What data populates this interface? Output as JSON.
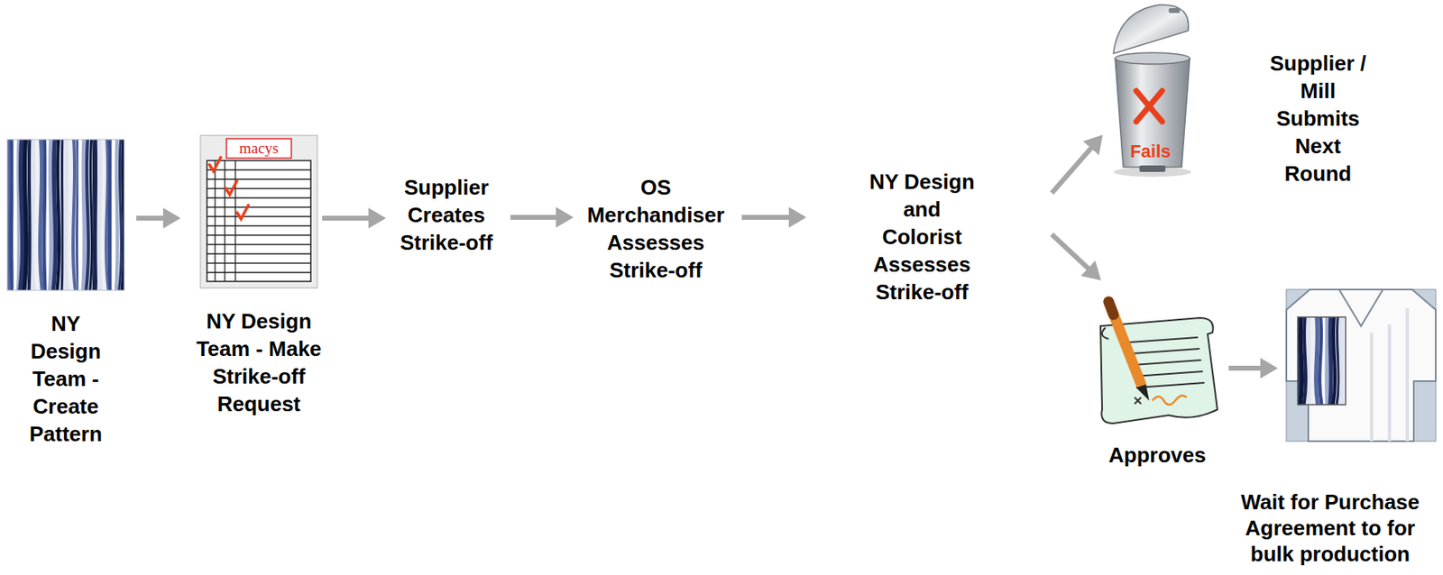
{
  "diagram": {
    "nodes": [
      {
        "text": [
          "NY Design Team - Create Pattern"
        ]
      },
      {
        "text": [
          "macys",
          "NY Design Team - Make Strike-off Request"
        ]
      },
      {
        "text": [
          "Supplier Creates Strike-off"
        ]
      },
      {
        "text": [
          "OS Merchandiser Assesses Strike-off"
        ]
      },
      {
        "text": [
          "NY Design and Colorist Assesses Strike-off"
        ]
      },
      {
        "text": [
          "Fails"
        ]
      },
      {
        "text": [
          "Approves"
        ]
      },
      {
        "text": [
          "Wait for Purchase Agreement to for bulk production"
        ]
      }
    ],
    "edges": [
      {
        "from": 0,
        "to": 1,
        "arrow": "to"
      },
      {
        "from": 1,
        "to": 2,
        "arrow": "to"
      },
      {
        "from": 2,
        "to": 3,
        "arrow": "to"
      },
      {
        "from": 3,
        "to": 4,
        "arrow": "to"
      },
      {
        "from": 4,
        "to": 5,
        "arrow": "to"
      },
      {
        "from": 4,
        "to": 6,
        "arrow": "to"
      },
      {
        "from": 6,
        "to": 7,
        "arrow": "to"
      }
    ],
    "labels": [
      "Supplier / Mill Submits Next Round"
    ]
  }
}
